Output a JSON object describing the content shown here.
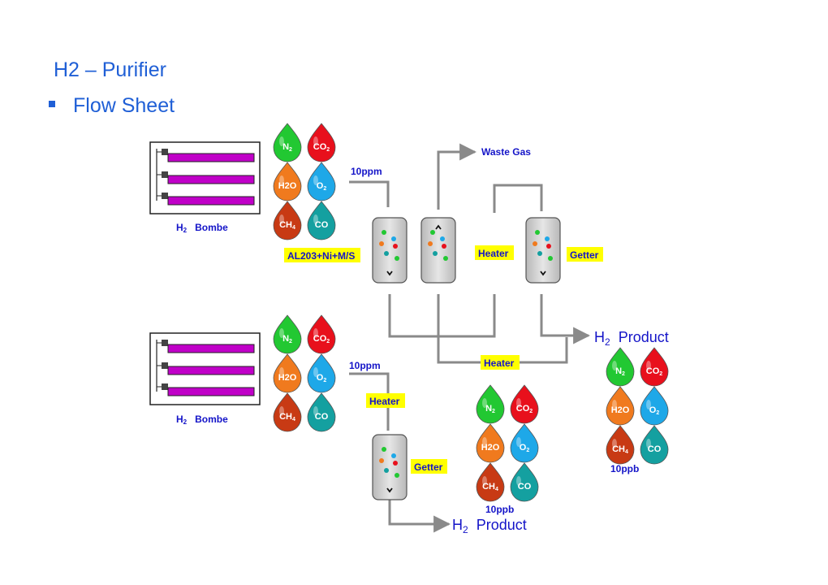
{
  "title": "H2 – Purifier",
  "subtitle": "Flow Sheet",
  "bombe_label": {
    "main": "H",
    "sub": "2",
    "rest": "Bombe"
  },
  "impurities": {
    "n2": {
      "main": "N",
      "sub": "2",
      "color": "#22c832"
    },
    "co2": {
      "main": "CO",
      "sub": "2",
      "color": "#e8101c"
    },
    "h2o": {
      "main": "H2O",
      "sub": "",
      "color": "#f07a1e"
    },
    "o2": {
      "main": "O",
      "sub": "2",
      "color": "#1ea8e8"
    },
    "ch4": {
      "main": "CH",
      "sub": "4",
      "color": "#c83a14"
    },
    "co": {
      "main": "CO",
      "sub": "",
      "color": "#14a0a0"
    }
  },
  "labels": {
    "waste_gas": "Waste Gas",
    "ppm": "10ppm",
    "ppb": "10ppb",
    "al203": "AL203+Ni+M/S",
    "heater": "Heater",
    "getter": "Getter",
    "product": {
      "main": "H",
      "sub": "2",
      "rest": "Product"
    }
  },
  "colors": {
    "title_blue": "#1f5fd6",
    "label_blue": "#1414c8",
    "highlight": "#ffff00",
    "bombe_bar": "#c000c8",
    "pipe": "#8a8a8a"
  }
}
